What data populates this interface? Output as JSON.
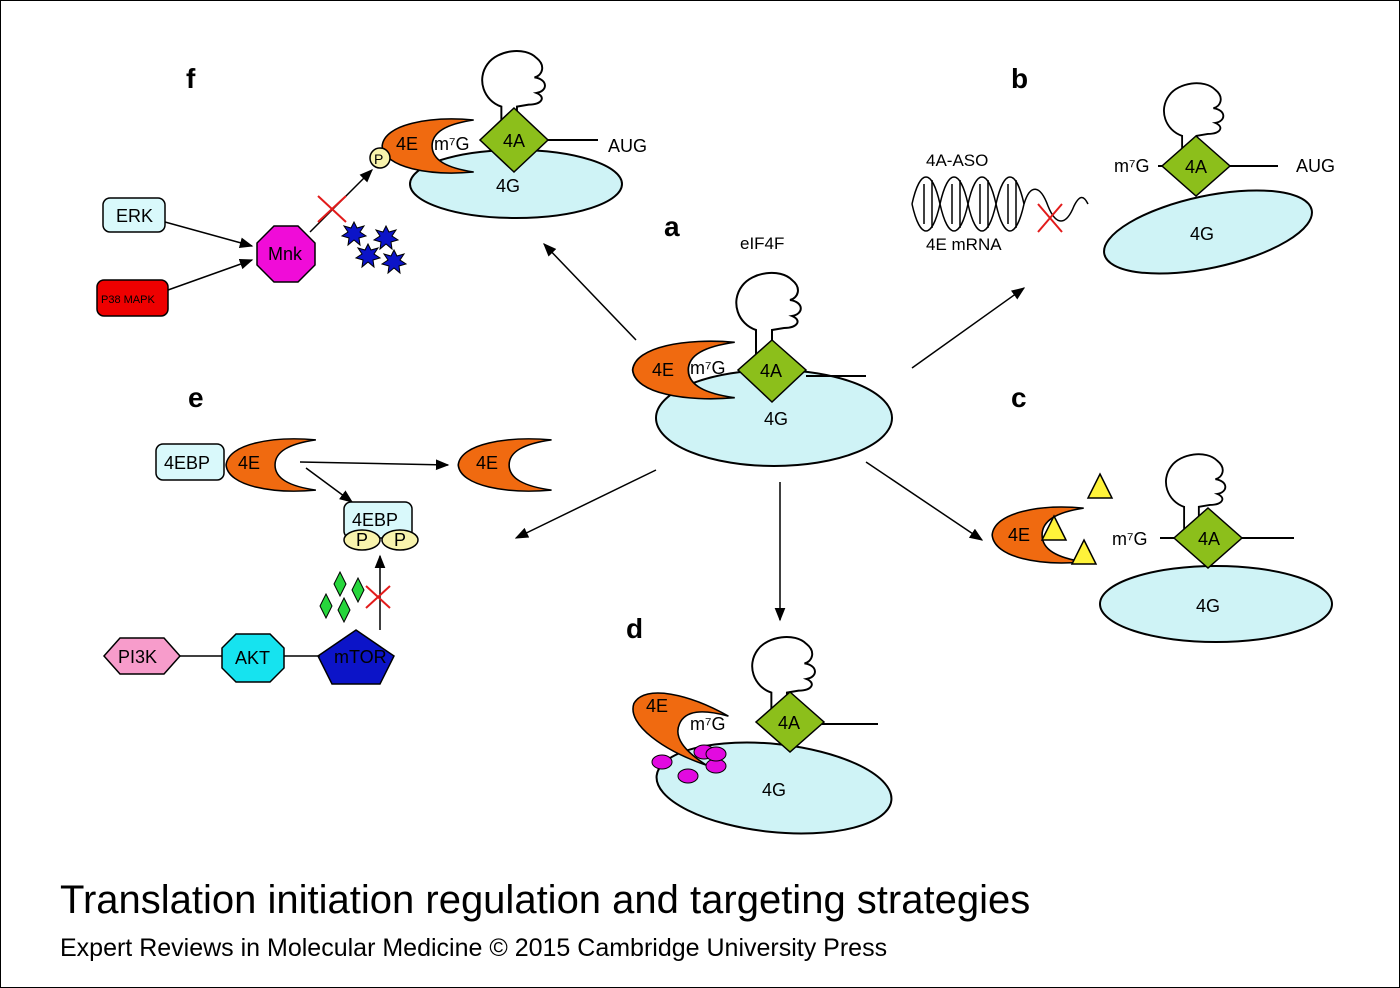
{
  "panels": {
    "a": "a",
    "b": "b",
    "c": "c",
    "d": "d",
    "e": "e",
    "f": "f"
  },
  "complex": {
    "name": "eIF4F",
    "e4": "4E",
    "a4": "4A",
    "g4": "4G",
    "cap": "m⁷G",
    "aug": "AUG"
  },
  "panel_b": {
    "aso": "4A-ASO",
    "mrna": "4E mRNA"
  },
  "panel_e": {
    "bp": "4EBP",
    "p": "P",
    "pi3k": "PI3K",
    "akt": "AKT",
    "mtor": "mTOR"
  },
  "panel_f": {
    "erk": "ERK",
    "p38": "P38 MAPK",
    "mnk": "Mnk",
    "p": "P"
  },
  "caption": {
    "title": "Translation initiation regulation and targeting strategies",
    "credit": "Expert Reviews in Molecular Medicine © 2015 Cambridge University Press"
  },
  "colors": {
    "eif4e": "#f06a10",
    "eif4a": "#8cbf1b",
    "eif4g": "#cff3f6",
    "erk": "#d9f9fb",
    "p38": "#ee0000",
    "mnk": "#f00cd8",
    "phospho": "#f8f3ad",
    "pi3k": "#f79ccb",
    "akt": "#16e3ef",
    "mtor": "#0c14c8",
    "inhibitor_triangle": "#fff33a",
    "inhibitor_diamond": "#27d63c",
    "inhibitor_dot": "#e20ae0",
    "cross": "#e21b1b"
  }
}
